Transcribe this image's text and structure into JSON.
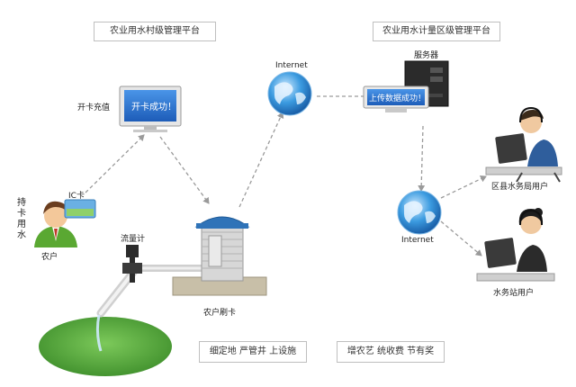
{
  "village_platform": {
    "title": "农业用水村级管理平台"
  },
  "district_platform": {
    "title": "农业用水计量区级管理平台"
  },
  "card_recharge": {
    "label": "开卡充值",
    "screen_text": "开卡成功！"
  },
  "server": {
    "label": "服务器",
    "screen_text": "上传数据成功！"
  },
  "internet_top": {
    "label": "Internet"
  },
  "internet_right": {
    "label": "Internet"
  },
  "farmer": {
    "side_label": [
      "持",
      "卡",
      "用",
      "水"
    ],
    "card_label": "IC卡",
    "label": "农户"
  },
  "flow_meter": {
    "label": "流量计"
  },
  "pump_house": {
    "label": "农户刷卡"
  },
  "county_user": {
    "label": "区县水务局用户"
  },
  "station_user": {
    "label": "水务站用户"
  },
  "slogan_left": {
    "text": "细定地  严管井  上设施"
  },
  "slogan_right": {
    "text": "增农艺  统收费  节有奖"
  },
  "colors": {
    "arrow": "#9a9a9a",
    "globe": "#2f8fd4",
    "screen": "#2d6fd0",
    "roof": "#2f73b8",
    "grass": "#4ea43a"
  }
}
